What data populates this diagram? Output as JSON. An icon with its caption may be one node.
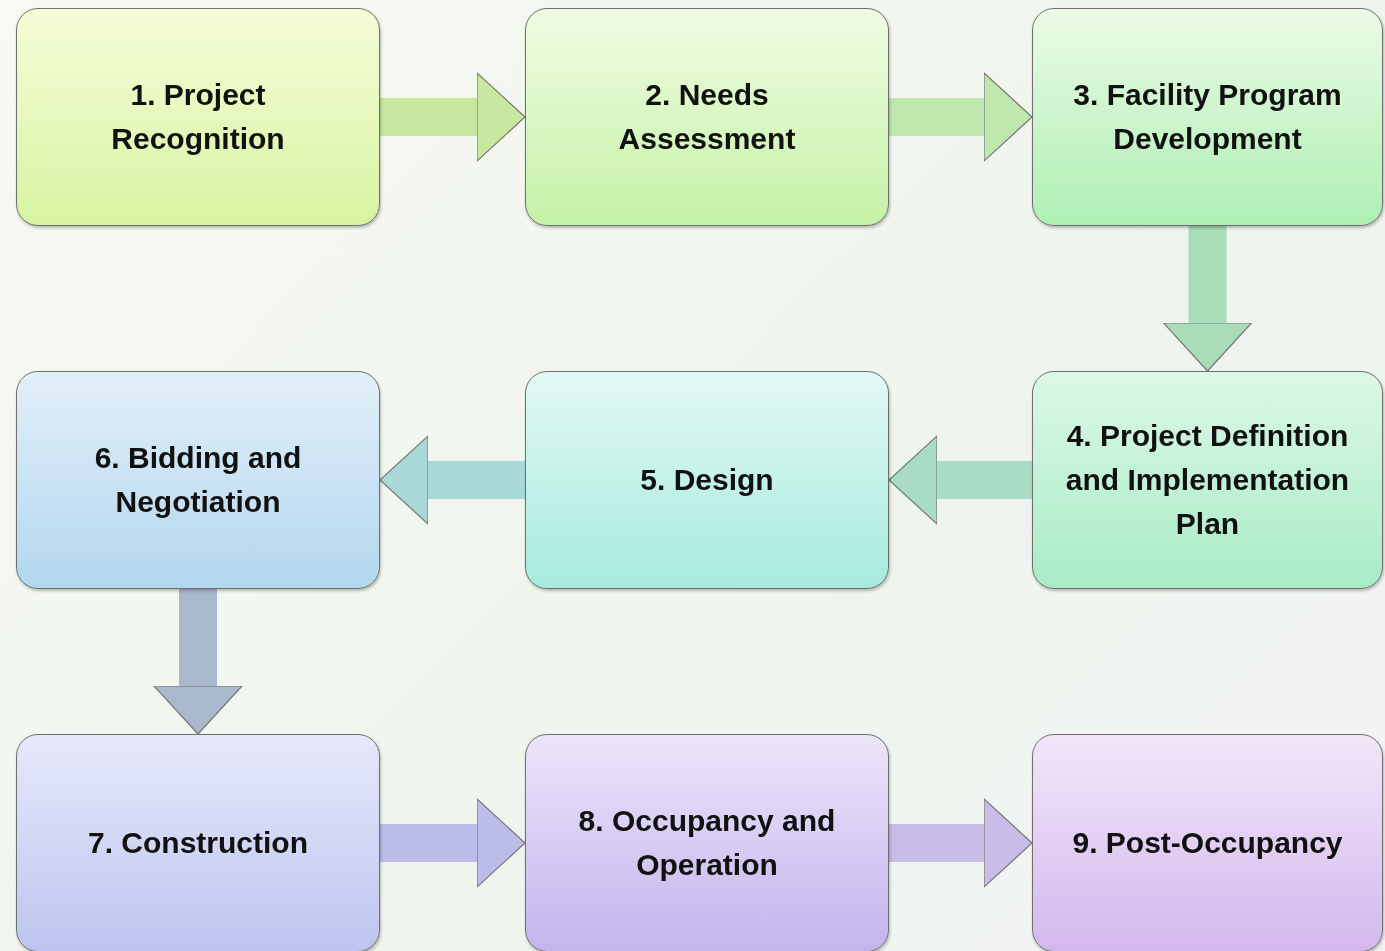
{
  "diagram": {
    "nodes": [
      {
        "text": [
          "1. Project Recognition"
        ]
      },
      {
        "text": [
          "2. Needs Assessment"
        ]
      },
      {
        "text": [
          "3. Facility Program Development"
        ]
      },
      {
        "text": [
          "4. Project Definition and Implementation Plan"
        ]
      },
      {
        "text": [
          "5. Design"
        ]
      },
      {
        "text": [
          "6. Bidding and Negotiation"
        ]
      },
      {
        "text": [
          "7. Construction"
        ]
      },
      {
        "text": [
          "8. Occupancy and Operation"
        ]
      },
      {
        "text": [
          "9. Post-Occupancy"
        ]
      }
    ],
    "edges": [
      {
        "from": 0,
        "to": 1,
        "arrow": "to"
      },
      {
        "from": 1,
        "to": 2,
        "arrow": "to"
      },
      {
        "from": 2,
        "to": 3,
        "arrow": "to"
      },
      {
        "from": 3,
        "to": 4,
        "arrow": "to"
      },
      {
        "from": 4,
        "to": 5,
        "arrow": "to"
      },
      {
        "from": 5,
        "to": 6,
        "arrow": "to"
      },
      {
        "from": 6,
        "to": 7,
        "arrow": "to"
      },
      {
        "from": 7,
        "to": 8,
        "arrow": "to"
      }
    ]
  }
}
